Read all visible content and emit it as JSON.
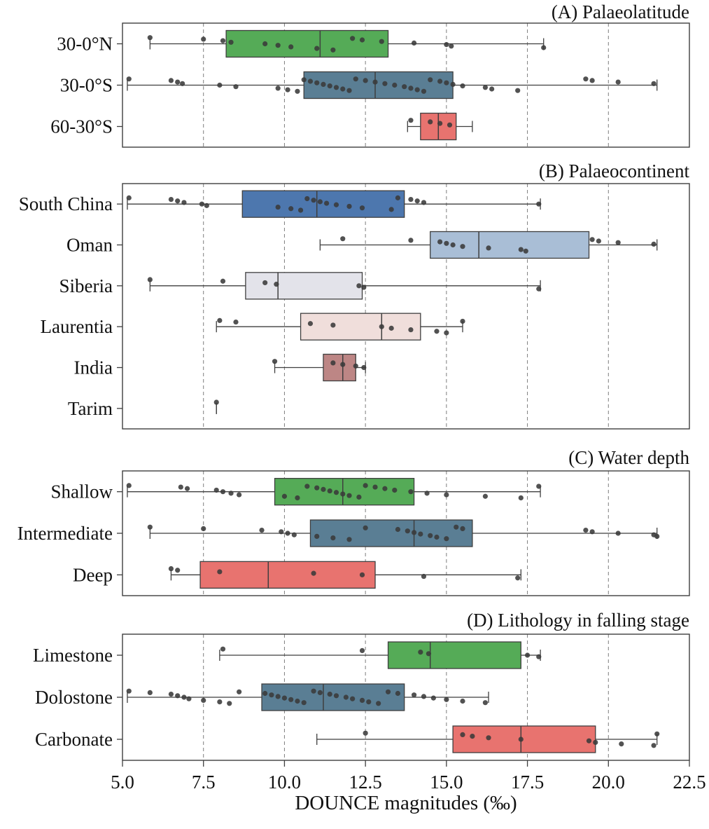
{
  "figure": {
    "xlabel": "DOUNCE magnitudes (‰)"
  },
  "axis": {
    "xlim": [
      5.0,
      22.5
    ],
    "x_ticks": [
      5.0,
      7.5,
      10.0,
      12.5,
      15.0,
      17.5,
      20.0,
      22.5
    ],
    "grid": "dashed-vertical",
    "tick_decimals": 1
  },
  "colors": {
    "green": "#55ab57",
    "slate": "#5a7e94",
    "salmon": "#e8736f",
    "south_china_blue": "#4d77ae",
    "oman_steel": "#a9bed6",
    "siberia_gray": "#e3e3ea",
    "laurentia_pink": "#f0dedb",
    "india_rose": "#bd8685",
    "edge": "#3f3f3f",
    "point": "#3a3a3a"
  },
  "chart_data": [
    {
      "type": "boxplot",
      "orientation": "horizontal",
      "title": "(A) Palaeolatitude",
      "categories": [
        "30-0°N",
        "30-0°S",
        "60-30°S"
      ],
      "boxes": [
        {
          "label": "30-0°N",
          "color": "#55ab57",
          "whisker_low": 5.85,
          "q1": 8.2,
          "median": 11.1,
          "q3": 13.2,
          "whisker_high": 18.0,
          "points": [
            5.85,
            7.5,
            8.1,
            8.35,
            9.4,
            9.8,
            10.2,
            11.0,
            11.5,
            12.1,
            12.4,
            13.0,
            14.0,
            15.0,
            15.15,
            18.0
          ]
        },
        {
          "label": "30-0°S",
          "color": "#5a7e94",
          "whisker_low": 5.15,
          "q1": 10.6,
          "median": 12.8,
          "q3": 15.2,
          "whisker_high": 21.5,
          "points": [
            5.2,
            6.5,
            6.7,
            6.85,
            8.0,
            8.5,
            9.8,
            10.1,
            10.4,
            10.6,
            10.8,
            11.0,
            11.2,
            11.4,
            11.6,
            11.8,
            12.0,
            12.2,
            12.5,
            12.8,
            13.1,
            13.4,
            13.7,
            13.9,
            14.1,
            14.3,
            14.5,
            14.8,
            15.0,
            15.2,
            15.5,
            16.2,
            16.4,
            17.2,
            19.3,
            19.5,
            20.3,
            21.4
          ]
        },
        {
          "label": "60-30°S",
          "color": "#e8736f",
          "whisker_low": 13.8,
          "q1": 14.2,
          "median": 14.75,
          "q3": 15.3,
          "whisker_high": 15.8,
          "points": [
            13.9,
            14.5,
            14.8,
            15.1
          ]
        }
      ]
    },
    {
      "type": "boxplot",
      "orientation": "horizontal",
      "title": "(B) Palaeocontinent",
      "categories": [
        "South China",
        "Oman",
        "Siberia",
        "Laurentia",
        "India",
        "Tarim"
      ],
      "boxes": [
        {
          "label": "South China",
          "color": "#4d77ae",
          "whisker_low": 5.15,
          "q1": 8.7,
          "median": 11.0,
          "q3": 13.7,
          "whisker_high": 17.9,
          "points": [
            5.2,
            6.5,
            6.7,
            6.9,
            7.45,
            7.6,
            9.8,
            10.2,
            10.5,
            10.7,
            10.9,
            11.1,
            11.3,
            11.6,
            12.0,
            12.4,
            13.3,
            13.5,
            13.9,
            14.1,
            14.3,
            17.85
          ]
        },
        {
          "label": "Oman",
          "color": "#a9bed6",
          "whisker_low": 11.1,
          "q1": 14.5,
          "median": 16.0,
          "q3": 19.4,
          "whisker_high": 21.5,
          "points": [
            11.8,
            13.9,
            14.8,
            15.0,
            15.2,
            15.5,
            16.3,
            17.3,
            17.45,
            19.5,
            19.7,
            20.3,
            21.4
          ]
        },
        {
          "label": "Siberia",
          "color": "#e3e3ea",
          "whisker_low": 5.85,
          "q1": 8.8,
          "median": 9.8,
          "q3": 12.4,
          "whisker_high": 17.9,
          "points": [
            5.85,
            8.1,
            9.4,
            9.75,
            12.3,
            12.45,
            17.85
          ]
        },
        {
          "label": "Laurentia",
          "color": "#f0dedb",
          "whisker_low": 7.9,
          "q1": 10.5,
          "median": 13.0,
          "q3": 14.2,
          "whisker_high": 15.5,
          "points": [
            8.0,
            8.5,
            10.8,
            11.5,
            13.0,
            13.3,
            13.9,
            14.7,
            15.0,
            15.5
          ]
        },
        {
          "label": "India",
          "color": "#bd8685",
          "whisker_low": 9.7,
          "q1": 11.2,
          "median": 11.8,
          "q3": 12.2,
          "whisker_high": 12.5,
          "points": [
            9.7,
            11.5,
            11.8,
            12.2,
            12.45
          ]
        },
        {
          "label": "Tarim",
          "color": "#e3e3ea",
          "whisker_low": 7.9,
          "q1": null,
          "median": null,
          "q3": null,
          "whisker_high": 7.9,
          "points": [
            7.9
          ]
        }
      ]
    },
    {
      "type": "boxplot",
      "orientation": "horizontal",
      "title": "(C) Water depth",
      "categories": [
        "Shallow",
        "Intermediate",
        "Deep"
      ],
      "boxes": [
        {
          "label": "Shallow",
          "color": "#55ab57",
          "whisker_low": 5.15,
          "q1": 9.7,
          "median": 11.8,
          "q3": 14.0,
          "whisker_high": 17.9,
          "points": [
            5.2,
            6.8,
            7.0,
            7.9,
            8.1,
            8.35,
            8.6,
            10.0,
            10.4,
            10.7,
            11.0,
            11.2,
            11.4,
            11.6,
            11.8,
            12.0,
            12.3,
            12.5,
            12.8,
            13.1,
            13.4,
            13.9,
            14.4,
            15.0,
            16.2,
            17.3,
            17.85
          ]
        },
        {
          "label": "Intermediate",
          "color": "#5a7e94",
          "whisker_low": 5.85,
          "q1": 10.8,
          "median": 14.0,
          "q3": 15.8,
          "whisker_high": 21.5,
          "points": [
            5.85,
            7.5,
            9.3,
            9.9,
            10.1,
            10.3,
            11.0,
            11.5,
            12.0,
            12.5,
            13.5,
            13.8,
            14.0,
            14.2,
            14.5,
            14.7,
            15.0,
            15.3,
            15.5,
            19.3,
            19.5,
            20.3,
            21.4,
            21.5
          ]
        },
        {
          "label": "Deep",
          "color": "#e8736f",
          "whisker_low": 6.5,
          "q1": 7.4,
          "median": 9.5,
          "q3": 12.8,
          "whisker_high": 17.3,
          "points": [
            6.5,
            6.7,
            8.0,
            10.9,
            12.4,
            14.3,
            17.2
          ]
        }
      ]
    },
    {
      "type": "boxplot",
      "orientation": "horizontal",
      "title": "(D) Lithology in falling stage",
      "categories": [
        "Limestone",
        "Dolostone",
        "Carbonate"
      ],
      "boxes": [
        {
          "label": "Limestone",
          "color": "#55ab57",
          "whisker_low": 8.0,
          "q1": 13.2,
          "median": 14.5,
          "q3": 17.3,
          "whisker_high": 17.9,
          "points": [
            8.1,
            12.4,
            14.2,
            14.45,
            17.5,
            17.85
          ]
        },
        {
          "label": "Dolostone",
          "color": "#5a7e94",
          "whisker_low": 5.15,
          "q1": 9.3,
          "median": 11.2,
          "q3": 13.7,
          "whisker_high": 16.3,
          "points": [
            5.2,
            5.85,
            6.5,
            6.7,
            6.9,
            7.05,
            7.5,
            8.0,
            8.3,
            8.6,
            9.4,
            9.6,
            9.8,
            10.0,
            10.2,
            10.4,
            10.6,
            10.9,
            11.1,
            11.4,
            11.6,
            11.9,
            12.1,
            12.4,
            12.6,
            12.9,
            13.2,
            13.5,
            14.0,
            14.3,
            14.6,
            15.0,
            15.5,
            16.2
          ]
        },
        {
          "label": "Carbonate",
          "color": "#e8736f",
          "whisker_low": 11.0,
          "q1": 15.2,
          "median": 17.3,
          "q3": 19.6,
          "whisker_high": 21.5,
          "points": [
            12.5,
            15.5,
            15.8,
            16.3,
            17.3,
            19.4,
            19.6,
            20.4,
            21.4,
            21.5
          ]
        }
      ]
    }
  ]
}
